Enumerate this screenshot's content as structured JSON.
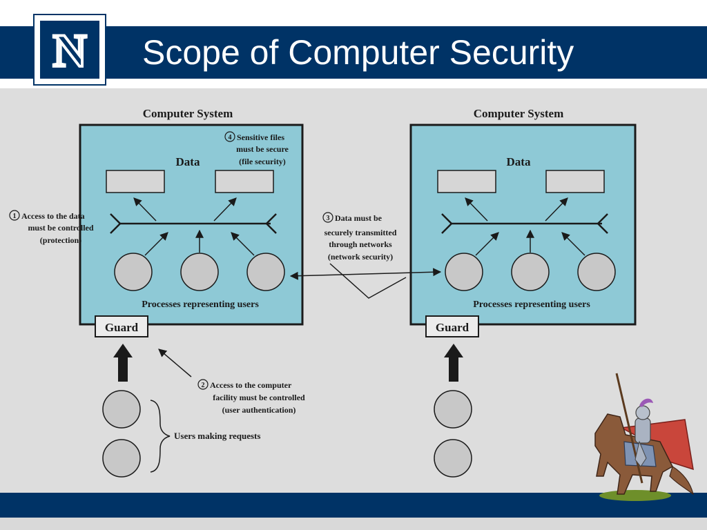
{
  "slide": {
    "title": "Scope of Computer Security",
    "logo_letter": "N"
  },
  "diagram": {
    "systems": [
      {
        "label": "Computer System",
        "data_label": "Data",
        "processes_label": "Processes representing users",
        "guard_label": "Guard"
      },
      {
        "label": "Computer System",
        "data_label": "Data",
        "processes_label": "Processes representing users",
        "guard_label": "Guard"
      }
    ],
    "annotations": {
      "a1": {
        "marker": "1",
        "lines": [
          "Access to the data",
          "must be controlled",
          "(protection)"
        ]
      },
      "a2": {
        "marker": "2",
        "lines": [
          "Access to the computer",
          "facility must be controlled",
          "(user authentication)"
        ]
      },
      "a3": {
        "marker": "3",
        "lines": [
          "Data must be",
          "securely transmitted",
          "through networks",
          "(network security)"
        ]
      },
      "a4": {
        "marker": "4",
        "lines": [
          "Sensitive files",
          "must be secure",
          "(file security)"
        ]
      }
    },
    "users_label": "Users making requests"
  },
  "colors": {
    "navy": "#003366",
    "system_fill": "#8ec9d6",
    "box_fill": "#d6d6d6",
    "circle_fill": "#c8c8c8",
    "background": "#dddddd"
  }
}
